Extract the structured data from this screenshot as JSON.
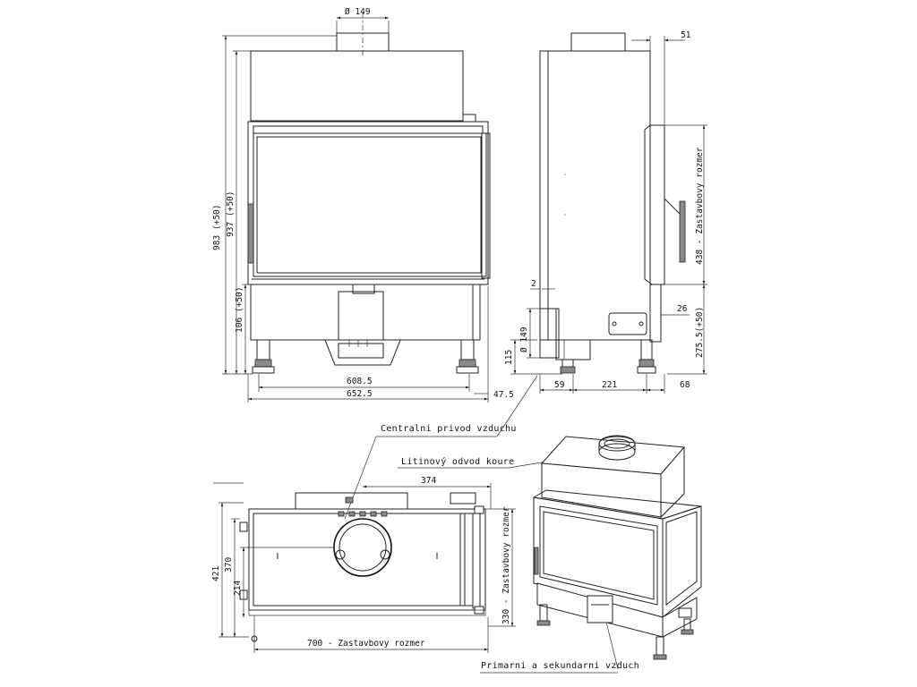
{
  "dimensions": {
    "flue_diameter_front": "Ø 149",
    "flue_offset_side": "51",
    "height_total": "983 (+50)",
    "height_body": "937 (+50)",
    "leg_height": "106 (+50)",
    "width_inner": "608.5",
    "width_outer": "652.5",
    "side_offset": "47.5",
    "gap_small": "2",
    "side_offset_26": "26",
    "air_inlet_diameter": "Ø 149",
    "air_inlet_height": "115",
    "depth_59": "59",
    "depth_221": "221",
    "depth_68": "68",
    "install_height_side": "438 - Zastavbovy rozmer",
    "base_height": "275.5(+50)",
    "top_flue_offset": "374",
    "plan_depth_421": "421",
    "plan_depth_370": "370",
    "plan_depth_214": "214",
    "plan_install_width": "700 - Zastavbovy rozmer",
    "plan_install_depth": "330 - Zastavbovy rozmer"
  },
  "callouts": {
    "central_air": "Centralni privod vzduchu",
    "cast_iron_flue": "Litinový odvod koure",
    "primary_secondary_air": "Primarni a sekundarni vzduch"
  }
}
